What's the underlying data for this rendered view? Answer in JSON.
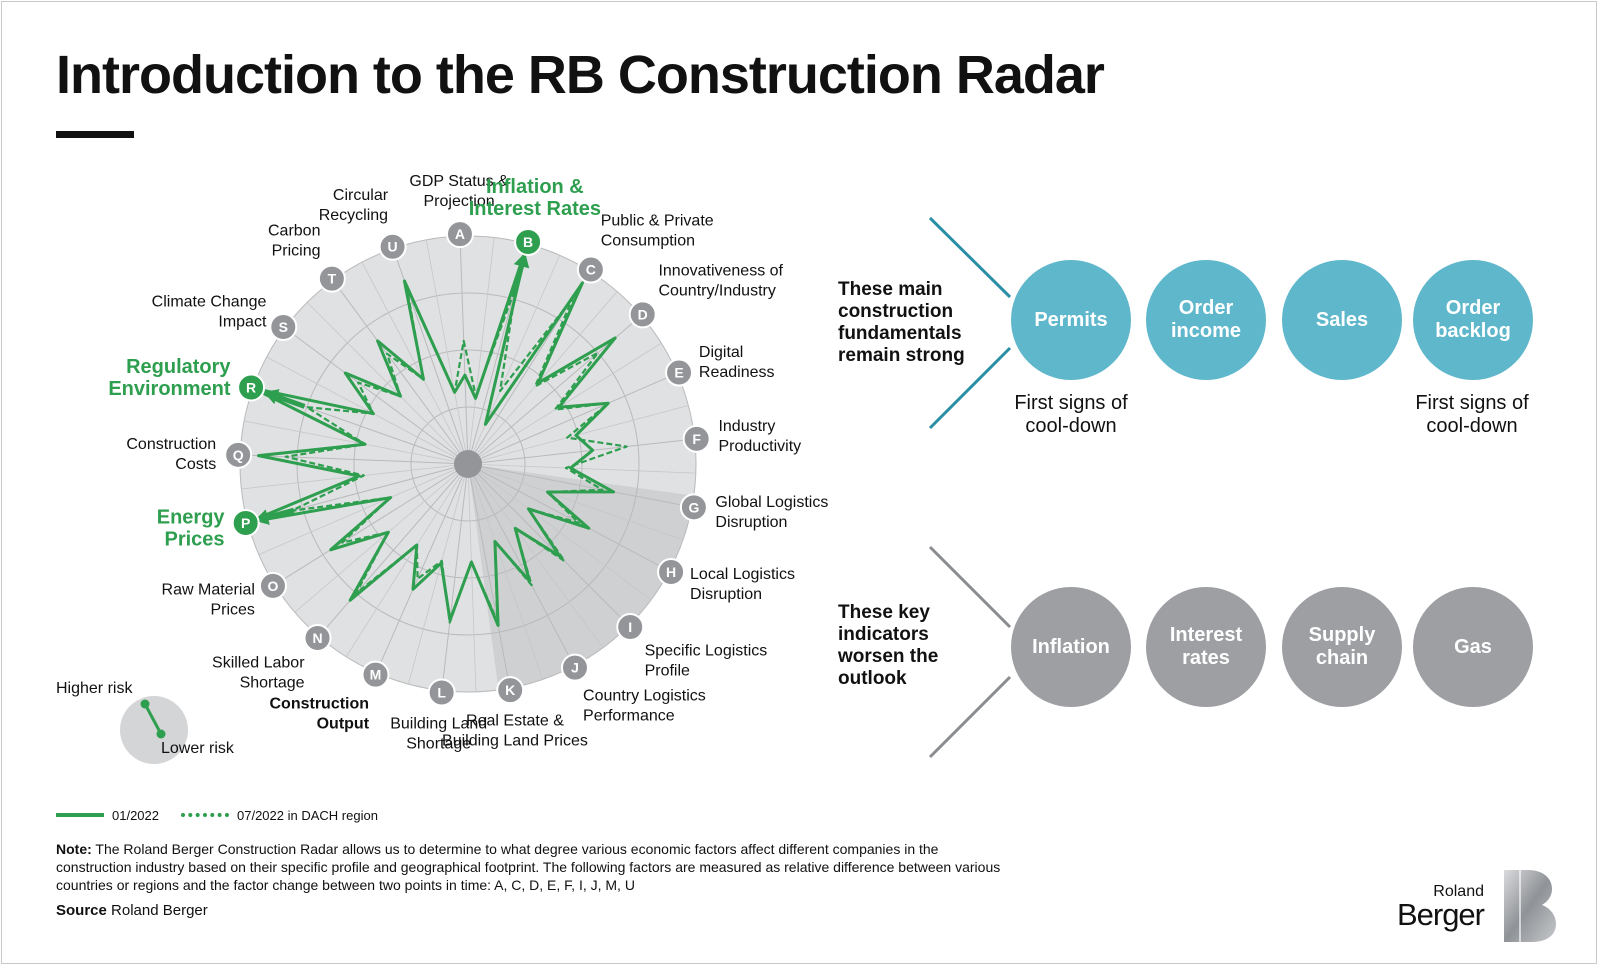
{
  "title": "Introduction to the RB Construction Radar",
  "colors": {
    "green": "#2e9e4f",
    "teal": "#5fb7cb",
    "grey_circle": "#9d9fa2",
    "grey_node": "#939598",
    "radar_fill": "#e0e1e2"
  },
  "radar": {
    "center_grey": true,
    "factors": [
      {
        "letter": "A",
        "label": [
          "GDP Status &",
          "Projection"
        ],
        "highlight": false,
        "bold": false
      },
      {
        "letter": "B",
        "label": [
          "Inflation &",
          "Interest Rates"
        ],
        "highlight": true,
        "bold": false
      },
      {
        "letter": "C",
        "label": [
          "Public & Private",
          "Consumption"
        ],
        "highlight": false,
        "bold": false
      },
      {
        "letter": "D",
        "label": [
          "Innovativeness of",
          "Country/Industry"
        ],
        "highlight": false,
        "bold": false
      },
      {
        "letter": "E",
        "label": [
          "Digital",
          "Readiness"
        ],
        "highlight": false,
        "bold": false
      },
      {
        "letter": "F",
        "label": [
          "Industry",
          "Productivity"
        ],
        "highlight": false,
        "bold": false
      },
      {
        "letter": "G",
        "label": [
          "Global Logistics",
          "Disruption"
        ],
        "highlight": false,
        "bold": false
      },
      {
        "letter": "H",
        "label": [
          "Local Logistics",
          "Disruption"
        ],
        "highlight": false,
        "bold": false
      },
      {
        "letter": "I",
        "label": [
          "Specific Logistics",
          "Profile"
        ],
        "highlight": false,
        "bold": false
      },
      {
        "letter": "J",
        "label": [
          "Country Logistics",
          "Performance"
        ],
        "highlight": false,
        "bold": false
      },
      {
        "letter": "K",
        "label": [
          "Real Estate &",
          "Building Land Prices"
        ],
        "highlight": false,
        "bold": false
      },
      {
        "letter": "L",
        "label": [
          "Building Land",
          "Shortage"
        ],
        "highlight": false,
        "bold": false
      },
      {
        "letter": "M",
        "label": [
          "Construction",
          "Output"
        ],
        "highlight": false,
        "bold": true
      },
      {
        "letter": "N",
        "label": [
          "Skilled Labor",
          "Shortage"
        ],
        "highlight": false,
        "bold": false
      },
      {
        "letter": "O",
        "label": [
          "Raw Material",
          "Prices"
        ],
        "highlight": false,
        "bold": false
      },
      {
        "letter": "P",
        "label": [
          "Energy",
          "Prices"
        ],
        "highlight": true,
        "bold": false
      },
      {
        "letter": "Q",
        "label": [
          "Construction",
          "Costs"
        ],
        "highlight": false,
        "bold": false
      },
      {
        "letter": "R",
        "label": [
          "Regulatory",
          "Environment"
        ],
        "highlight": true,
        "bold": false
      },
      {
        "letter": "S",
        "label": [
          "Climate Change",
          "Impact"
        ],
        "highlight": false,
        "bold": false
      },
      {
        "letter": "T",
        "label": [
          "Carbon",
          "Pricing"
        ],
        "highlight": false,
        "bold": false
      },
      {
        "letter": "U",
        "label": [
          "Circular",
          "Recycling"
        ],
        "highlight": false,
        "bold": false
      }
    ],
    "series": [
      {
        "name": "01/2022",
        "style": "solid",
        "peaks": [
          0.39,
          1.0,
          0.94,
          0.85,
          0.67,
          0.55,
          0.65,
          0.6,
          0.57,
          0.58,
          0.72,
          0.69,
          0.6,
          0.79,
          0.71,
          1.0,
          0.92,
          1.0,
          0.67,
          0.67,
          0.85
        ],
        "valleys": [
          0.29,
          0.19,
          0.47,
          0.47,
          0.49,
          0.45,
          0.37,
          0.33,
          0.35,
          0.36,
          0.43,
          0.45,
          0.42,
          0.46,
          0.37,
          0.48,
          0.46,
          0.47,
          0.42,
          0.42,
          0.32
        ]
      },
      {
        "name": "07/2022 in DACH region",
        "style": "dashed",
        "peaks": [
          0.54,
          0.81,
          0.86,
          0.75,
          0.67,
          0.7,
          0.6,
          0.55,
          0.6,
          0.6,
          0.7,
          0.7,
          0.55,
          0.75,
          0.65,
          0.8,
          0.8,
          0.75,
          0.6,
          0.6,
          0.82
        ],
        "valleys": [
          0.3,
          0.35,
          0.45,
          0.45,
          0.45,
          0.43,
          0.37,
          0.33,
          0.35,
          0.36,
          0.43,
          0.44,
          0.42,
          0.46,
          0.37,
          0.46,
          0.46,
          0.47,
          0.42,
          0.42,
          0.32
        ]
      }
    ],
    "arrows": [
      {
        "factor": "B",
        "from": 0.78,
        "to": 0.96
      },
      {
        "factor": "R",
        "from": 0.76,
        "to": 0.95
      },
      {
        "factor": "P",
        "from": 0.79,
        "to": 0.97
      }
    ]
  },
  "risk_legend": {
    "higher": "Higher risk",
    "lower": "Lower risk"
  },
  "fundamentals": {
    "label_lines": [
      "These main",
      "construction",
      "fundamentals",
      "remain strong"
    ],
    "circles": [
      {
        "name": "Permits",
        "label": "Permits"
      },
      {
        "name": "Order income",
        "label": "Order income"
      },
      {
        "name": "Sales",
        "label": "Sales"
      },
      {
        "name": "Order backlog",
        "label": "Order backlog"
      }
    ],
    "cooldown_left": "First signs of cool-down",
    "cooldown_right": "First signs of cool-down"
  },
  "indicators": {
    "label_lines": [
      "These key",
      "indicators",
      "worsen the",
      "outlook"
    ],
    "circles": [
      {
        "label": "Inflation"
      },
      {
        "label": "Interest rates"
      },
      {
        "label": "Supply chain"
      },
      {
        "label": "Gas"
      }
    ]
  },
  "legend": {
    "solid": "01/2022",
    "dashed": "07/2022 in DACH region"
  },
  "note": {
    "label": "Note:",
    "text": " The Roland Berger Construction Radar allows us to determine to what degree various economic factors affect different companies in the construction industry based on their specific profile and geographical footprint. The following factors are measured as relative difference between various countries or regions and the factor change between two points in time: A, C, D, E, F, I, J, M, U"
  },
  "source": {
    "label": "Source",
    "text": " Roland Berger"
  },
  "logo": {
    "line1": "Roland",
    "line2": "Berger"
  }
}
